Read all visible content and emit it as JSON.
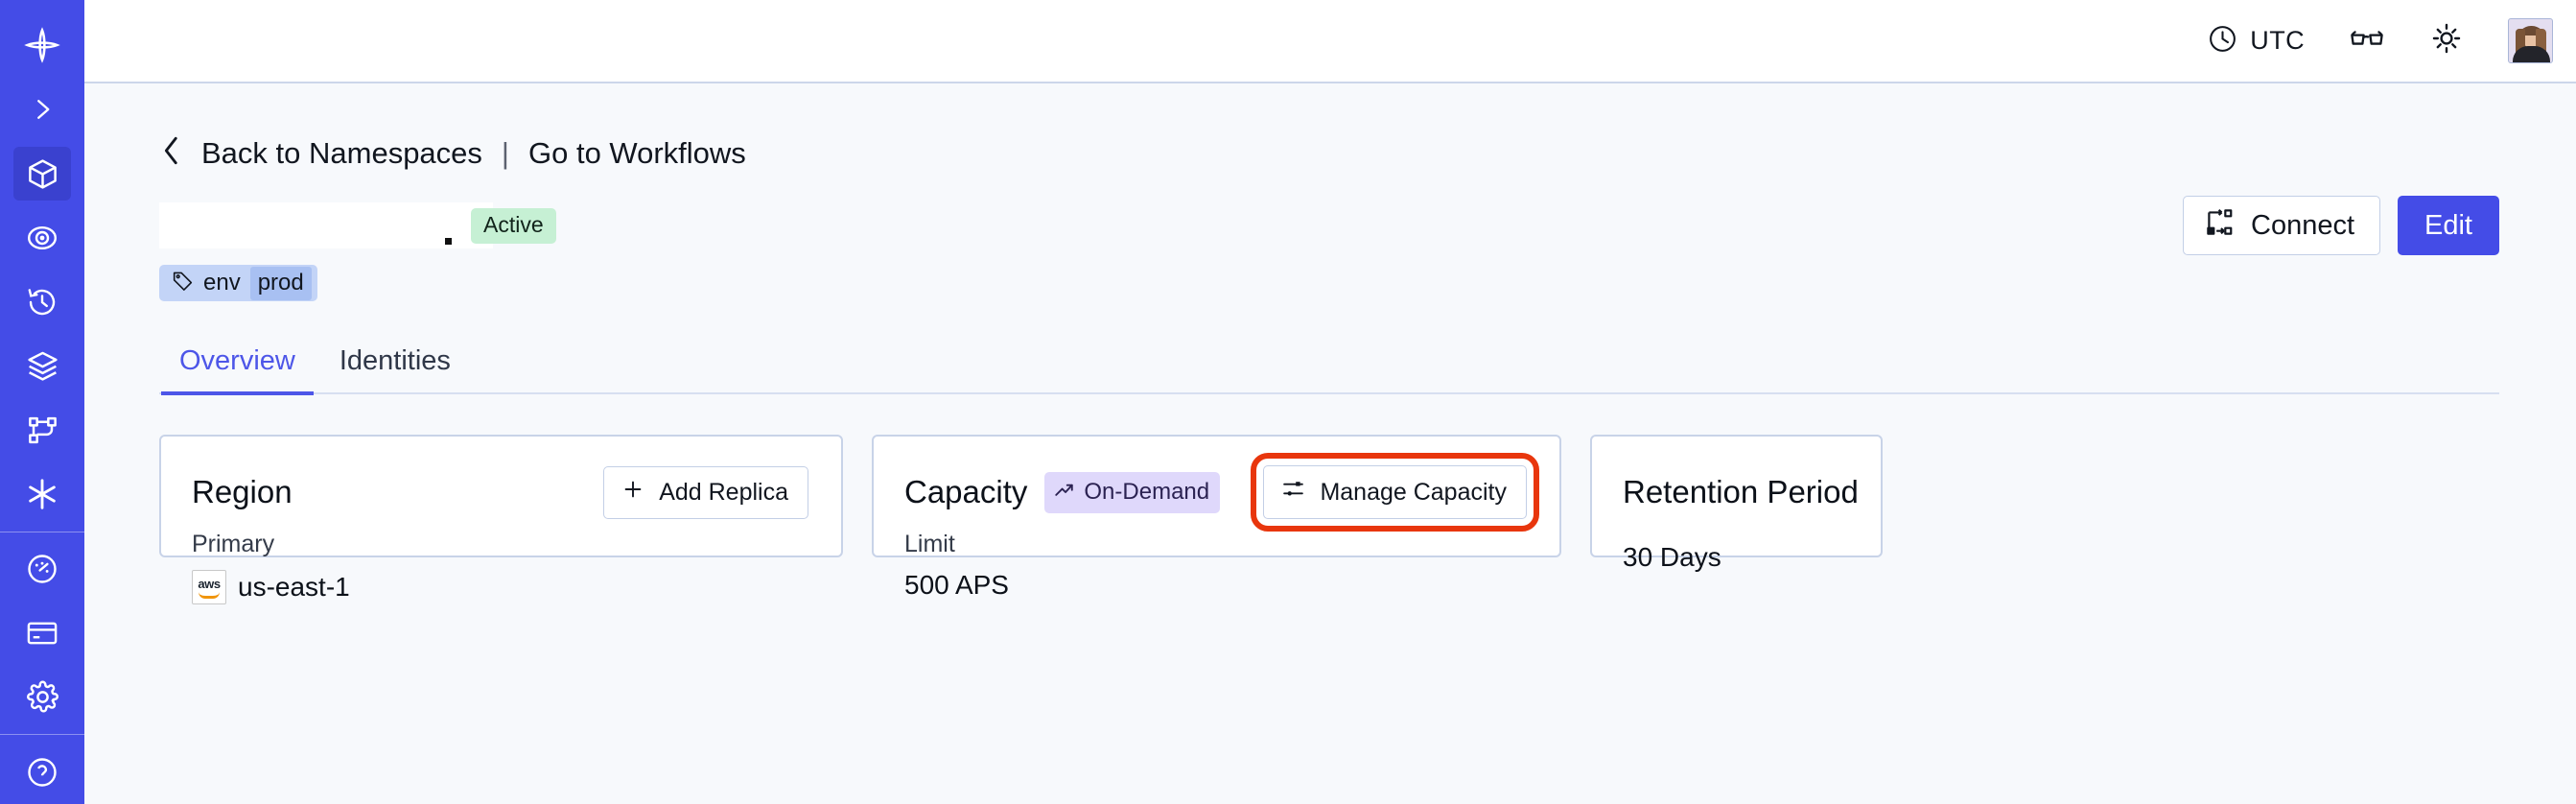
{
  "sidebar": {
    "items": [
      {
        "name": "temporal-logo",
        "icon": "temporal-logo-icon",
        "active": false
      },
      {
        "name": "expand-nav",
        "icon": "chevron-right-icon",
        "active": false
      },
      {
        "name": "namespaces",
        "icon": "cube-icon",
        "active": true
      },
      {
        "name": "observability",
        "icon": "eye-target-icon",
        "active": false
      },
      {
        "name": "history",
        "icon": "clock-rewind-icon",
        "active": false
      },
      {
        "name": "schedules",
        "icon": "layers-icon",
        "active": false
      },
      {
        "name": "workflows",
        "icon": "nodes-icon",
        "active": false
      },
      {
        "name": "integrations",
        "icon": "asterisk-icon",
        "active": false
      },
      {
        "name": "usage",
        "icon": "gauge-icon",
        "active": false
      },
      {
        "name": "billing",
        "icon": "credit-card-icon",
        "active": false
      },
      {
        "name": "settings",
        "icon": "gear-icon",
        "active": false
      }
    ]
  },
  "topbar": {
    "timezone_label": "UTC",
    "timezone_icon": "clock-icon",
    "docs_icon": "glasses-icon",
    "theme_icon": "sun-icon",
    "avatar_name": "user-avatar"
  },
  "breadcrumb": {
    "back_icon": "chevron-left-icon",
    "back_label": "Back to Namespaces",
    "separator": "|",
    "forward_label": "Go to Workflows"
  },
  "namespace": {
    "name": "",
    "status_badge": "Active",
    "tag": {
      "icon": "tag-icon",
      "key": "env",
      "value": "prod"
    }
  },
  "header_actions": {
    "connect_label": "Connect",
    "connect_icon": "connection-icon",
    "edit_label": "Edit"
  },
  "tabs": [
    {
      "label": "Overview",
      "active": true
    },
    {
      "label": "Identities",
      "active": false
    }
  ],
  "cards": {
    "region": {
      "title": "Region",
      "action_label": "Add Replica",
      "action_icon": "plus-icon",
      "sub_label": "Primary",
      "provider_icon": "aws-logo-icon",
      "provider_text": "aws",
      "value": "us-east-1"
    },
    "capacity": {
      "title": "Capacity",
      "badge_label": "On-Demand",
      "badge_icon": "trending-up-icon",
      "action_label": "Manage Capacity",
      "action_icon": "sliders-icon",
      "highlighted": true,
      "sub_label": "Limit",
      "value": "500 APS"
    },
    "retention": {
      "title": "Retention Period",
      "value": "30 Days"
    }
  },
  "colors": {
    "brand_indigo": "#444ce7",
    "page_bg": "#f7f9fc",
    "card_border": "#c8d3e8",
    "status_green_bg": "#c6f0d4",
    "tag_blue_bg": "#c3d4f7",
    "badge_purple_bg": "#dfd8fb",
    "annotation_red": "#e8360d"
  }
}
